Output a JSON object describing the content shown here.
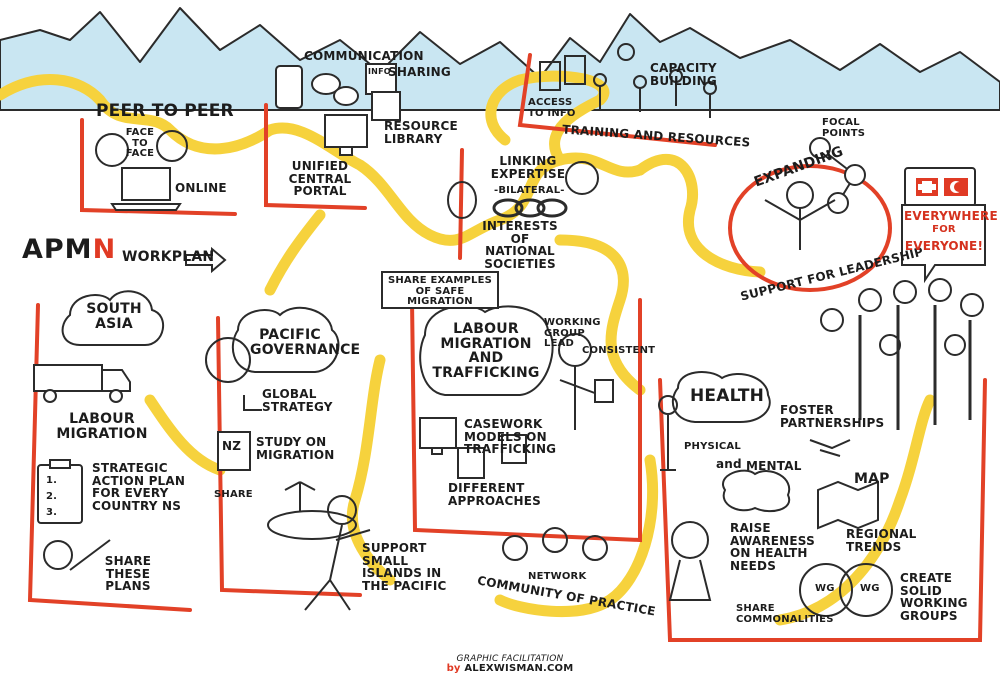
{
  "title": {
    "prefix": "APM",
    "suffix": "N",
    "workplan": "WORKPLAN"
  },
  "sections": {
    "peer": {
      "title": "PEER to PEER",
      "face": "FACE to FACE",
      "online": "ONLINE"
    },
    "communication": {
      "title": "COMMUNICATION",
      "sharing": "SHARING",
      "info": "INFO",
      "resource": "RESOURCE LIBRARY",
      "portal": "UNIFIED CENTRAL PORTAL"
    },
    "capacity": {
      "title": "CAPACITY BUILDING",
      "access": "ACCESS TO INFO",
      "training": "TRAINING and RESOURCES"
    },
    "linking": {
      "title": "LINKING EXPERTISE",
      "bilateral": "-BILATERAL-",
      "interests": "INTERESTS of NATIONAL SOCIETIES"
    },
    "expanding": {
      "focal": "FOCAL POINTS",
      "top": "EXPANDING",
      "bottom": "SUPPORT FOR LEADERSHIP"
    },
    "everywhere": {
      "line1": "EVERYWHERE",
      "line2": "FOR",
      "line3": "EVERYONE!"
    },
    "south_asia": {
      "region": "SOUTH ASIA",
      "labour": "LABOUR MIGRATION",
      "list": [
        "1.",
        "2.",
        "3."
      ],
      "strategic": "STRATEGIC ACTION PLAN FOR EVERY COUNTRY NS",
      "share": "SHARE THESE PLANS"
    },
    "pacific": {
      "title": "PACIFIC GOVERNANCE",
      "global": "GLOBAL STRATEGY",
      "nz": "NZ",
      "study": "STUDY ON MIGRATION",
      "share": "SHARE",
      "support": "SUPPORT SMALL ISLANDS IN THE PACIFIC"
    },
    "labour": {
      "share_examples": "SHARE EXAMPLES OF SAFE MIGRATION",
      "title": "LABOUR MIGRATION and TRAFFICKING",
      "working": "WORKING GROUP LEAD",
      "consistent": "CONSISTENT",
      "casework": "CASEWORK MODELS ON TRAFFICKING",
      "approaches": "DIFFERENT APPROACHES",
      "network": "NETWORK",
      "community": "COMMUNITY of PRACTICE"
    },
    "health": {
      "title": "HEALTH",
      "foster": "FOSTER PARTNERSHIPS",
      "physical": "PHYSICAL",
      "and": "and",
      "mental": "MENTAL",
      "map": "MAP",
      "regional": "REGIONAL TRENDS",
      "raise": "RAISE AWARENESS ON HEALTH NEEDS",
      "wg": "WG",
      "create": "CREATE SOLID WORKING GROUPS",
      "commonalities": "SHARE COMMONALITIES"
    }
  },
  "credit": {
    "line1": "GRAPHIC FACILITATION",
    "by": "by",
    "site": "ALEXWISMAN.COM"
  },
  "colors": {
    "path": "#f6d23d",
    "frame": "#e24127",
    "ink": "#1c1c1c",
    "mountain": "#c9e6f2",
    "accent": "#e03a24"
  }
}
